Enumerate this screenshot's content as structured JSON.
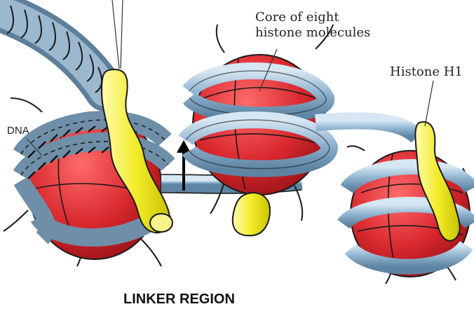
{
  "labels": {
    "core_line1": "Core of eight",
    "core_line2": "histone molecules",
    "histone_h1": "Histone H1",
    "dna": "DNA",
    "linker_region": "LINKER REGION"
  },
  "colors": {
    "histone_core": "#d8282e",
    "dna_tube": "#8fb3cf",
    "histone_h1": "#f2ec2a",
    "outline": "#1a1a1a",
    "dna_helix": "#222222"
  },
  "icons": [
    "up-arrow-icon"
  ]
}
